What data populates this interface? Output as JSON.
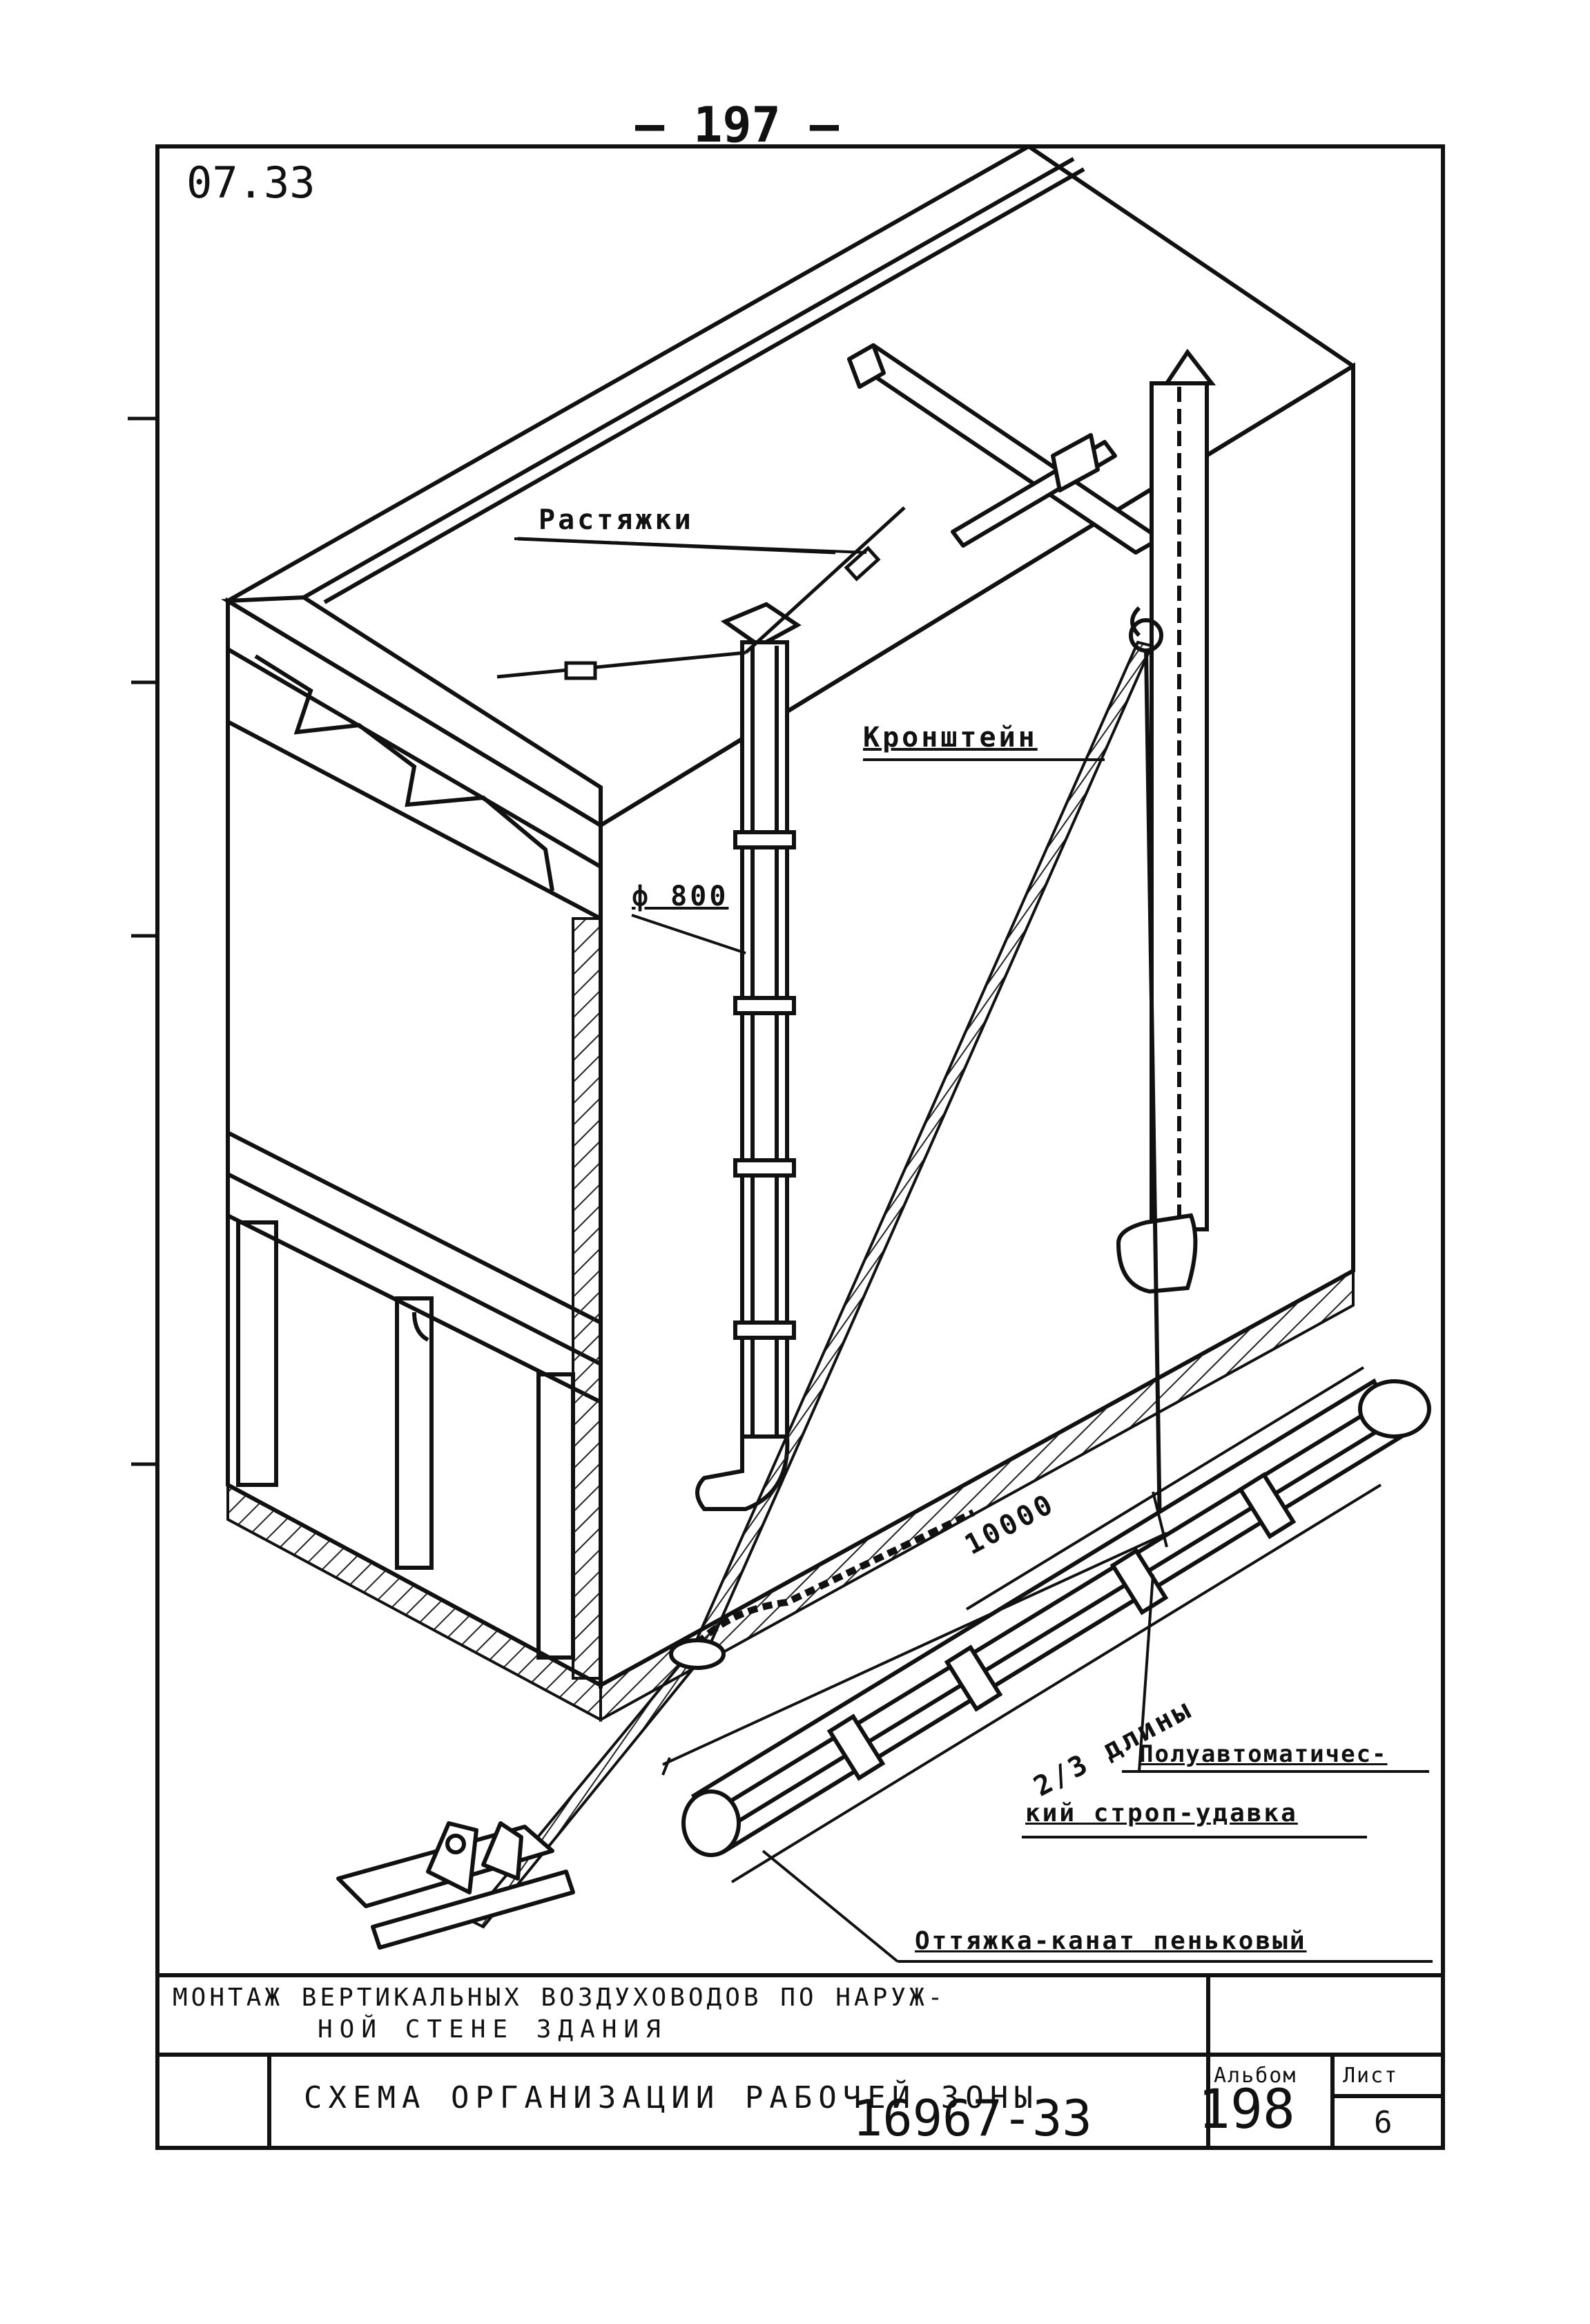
{
  "header": {
    "page_number": "– 197 –",
    "sheet_code": "07.33"
  },
  "labels": {
    "guy_wires": "Растяжки",
    "bracket": "Кронштейн",
    "diameter": "ф 800",
    "length": "10000",
    "two_thirds": "2/3 длины",
    "sling_line1": "Полуавтоматичес-",
    "sling_line2": "кий строп-удавка",
    "rope": "Оттяжка-канат пеньковый"
  },
  "title_block": {
    "title_line1": "МОНТАЖ ВЕРТИКАЛЬНЫХ ВОЗДУХОВОДОВ ПО НАРУЖ-",
    "title_line2": "НОЙ СТЕНЕ ЗДАНИЯ",
    "subtitle": "СХЕМА ОРГАНИЗАЦИИ РАБОЧЕЙ ЗОНЫ",
    "album_label": "Альбом",
    "sheet_label": "Лист",
    "sheet_value": "6"
  },
  "footer": {
    "doc_number": "16967-33",
    "page": "198"
  }
}
